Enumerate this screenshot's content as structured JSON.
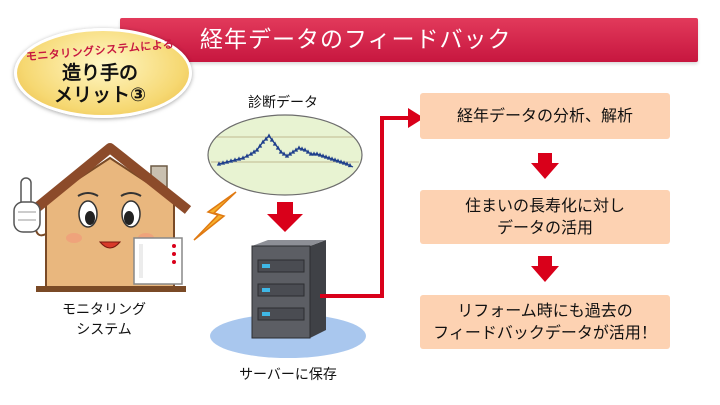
{
  "header": {
    "title": "経年データのフィードバック"
  },
  "badge": {
    "arc_text": "モニタリングシステムによる",
    "line1": "造り手の",
    "line2": "メリット③"
  },
  "diagnostic": {
    "label": "診断データ"
  },
  "house": {
    "label_line1": "モニタリング",
    "label_line2": "システム"
  },
  "server": {
    "label": "サーバーに保存"
  },
  "steps": [
    {
      "lines": [
        "経年データの分析、解析"
      ]
    },
    {
      "lines": [
        "住まいの長寿化に対し",
        "データの活用"
      ]
    },
    {
      "lines": [
        "リフォーム時にも過去の",
        "フィードバックデータが活用！"
      ]
    }
  ],
  "colors": {
    "accent_red": "#d61f45",
    "arrow_red": "#d9001a",
    "step_fill": "#fdd2b2",
    "badge_gold": "#f6d872",
    "house_wall": "#e9b77e",
    "roof": "#8c4b2a",
    "graph_fill": "#e8f3d2",
    "graph_line": "#1f3f8c",
    "server_body": "#5c5e64",
    "server_led": "#3fb7e6",
    "platform": "#a9c7ee"
  },
  "icons": {
    "warning_bolt": "lightning-bolt-icon",
    "thumb": "pointing-finger-icon"
  }
}
